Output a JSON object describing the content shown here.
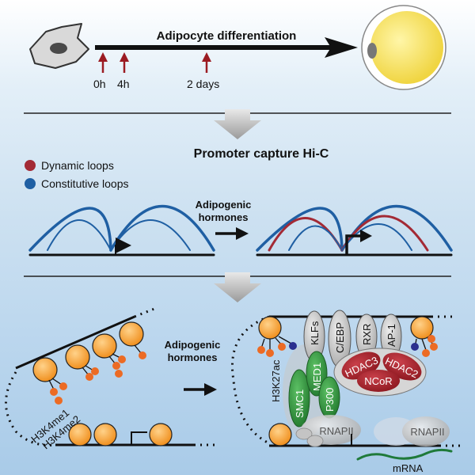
{
  "timeline": {
    "title": "Adipocyte differentiation",
    "timepoints": [
      "0h",
      "4h",
      "2 days"
    ]
  },
  "capture": {
    "title": "Promoter capture Hi-C",
    "legend": [
      {
        "label": "Dynamic loops",
        "color": "#a32a35"
      },
      {
        "label": "Constitutive loops",
        "color": "#1f5fa3"
      }
    ],
    "treatment_label_line1": "Adipogenic",
    "treatment_label_line2": "hormones"
  },
  "chromatin": {
    "marks_line1": "H3K4me1",
    "marks_line2": "H3K4me2",
    "treatment_label_line1": "Adipogenic",
    "treatment_label_line2": "hormones",
    "acetyl_mark": "H3K27ac",
    "factors": [
      "KLFs",
      "C/EBP",
      "RXR",
      "AP-1"
    ],
    "cohesin": [
      "SMC1",
      "MED1",
      "P300"
    ],
    "corepressors": [
      "HDAC3",
      "HDAC2",
      "NCoR"
    ],
    "polymerase": "RNAPII",
    "transcript": "mRNA"
  },
  "colors": {
    "arrow_red": "#9b1b22",
    "nucleosome": "#f39a2b",
    "mark": "#ec6b24",
    "acetyl": "#2b2f8f",
    "dynamic": "#a32a35",
    "constitutive": "#1f5fa3",
    "green": "#2e9a40"
  }
}
